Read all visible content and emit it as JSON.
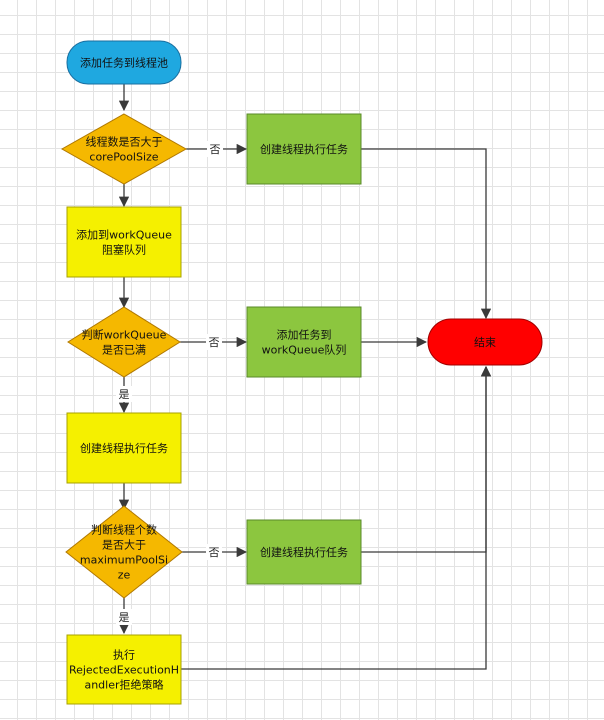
{
  "nodes": {
    "start": {
      "text": [
        "添加任务到线程池"
      ],
      "color": "#1fa8e0"
    },
    "check_core": {
      "text": [
        "线程数是否大于",
        "corePoolSize"
      ],
      "color": "#f5b800"
    },
    "create_core": {
      "text": [
        "创建线程执行任务"
      ],
      "color": "#8cc63f"
    },
    "add_queue": {
      "text": [
        "添加到workQueue",
        "阻塞队列"
      ],
      "color": "#f5f000"
    },
    "check_queue": {
      "text": [
        "判断workQueue",
        "是否已满"
      ],
      "color": "#f5b800"
    },
    "add_to_queue": {
      "text": [
        "添加任务到",
        "workQueue队列"
      ],
      "color": "#8cc63f"
    },
    "end": {
      "text": [
        "结束"
      ],
      "color": "#ff0000"
    },
    "create_thread": {
      "text": [
        "创建线程执行任务"
      ],
      "color": "#f5f000"
    },
    "check_max": {
      "text": [
        "判断线程个数",
        "是否大于",
        "maximumPoolSi",
        "ze"
      ],
      "color": "#f5b800"
    },
    "create_max": {
      "text": [
        "创建线程执行任务"
      ],
      "color": "#8cc63f"
    },
    "reject": {
      "text": [
        "执行",
        "RejectedExecutionH",
        "andler拒绝策略"
      ],
      "color": "#f5f000"
    }
  },
  "edge_labels": {
    "no1": "否",
    "no2": "否",
    "yes1": "是",
    "no3": "否",
    "yes2": "是"
  }
}
